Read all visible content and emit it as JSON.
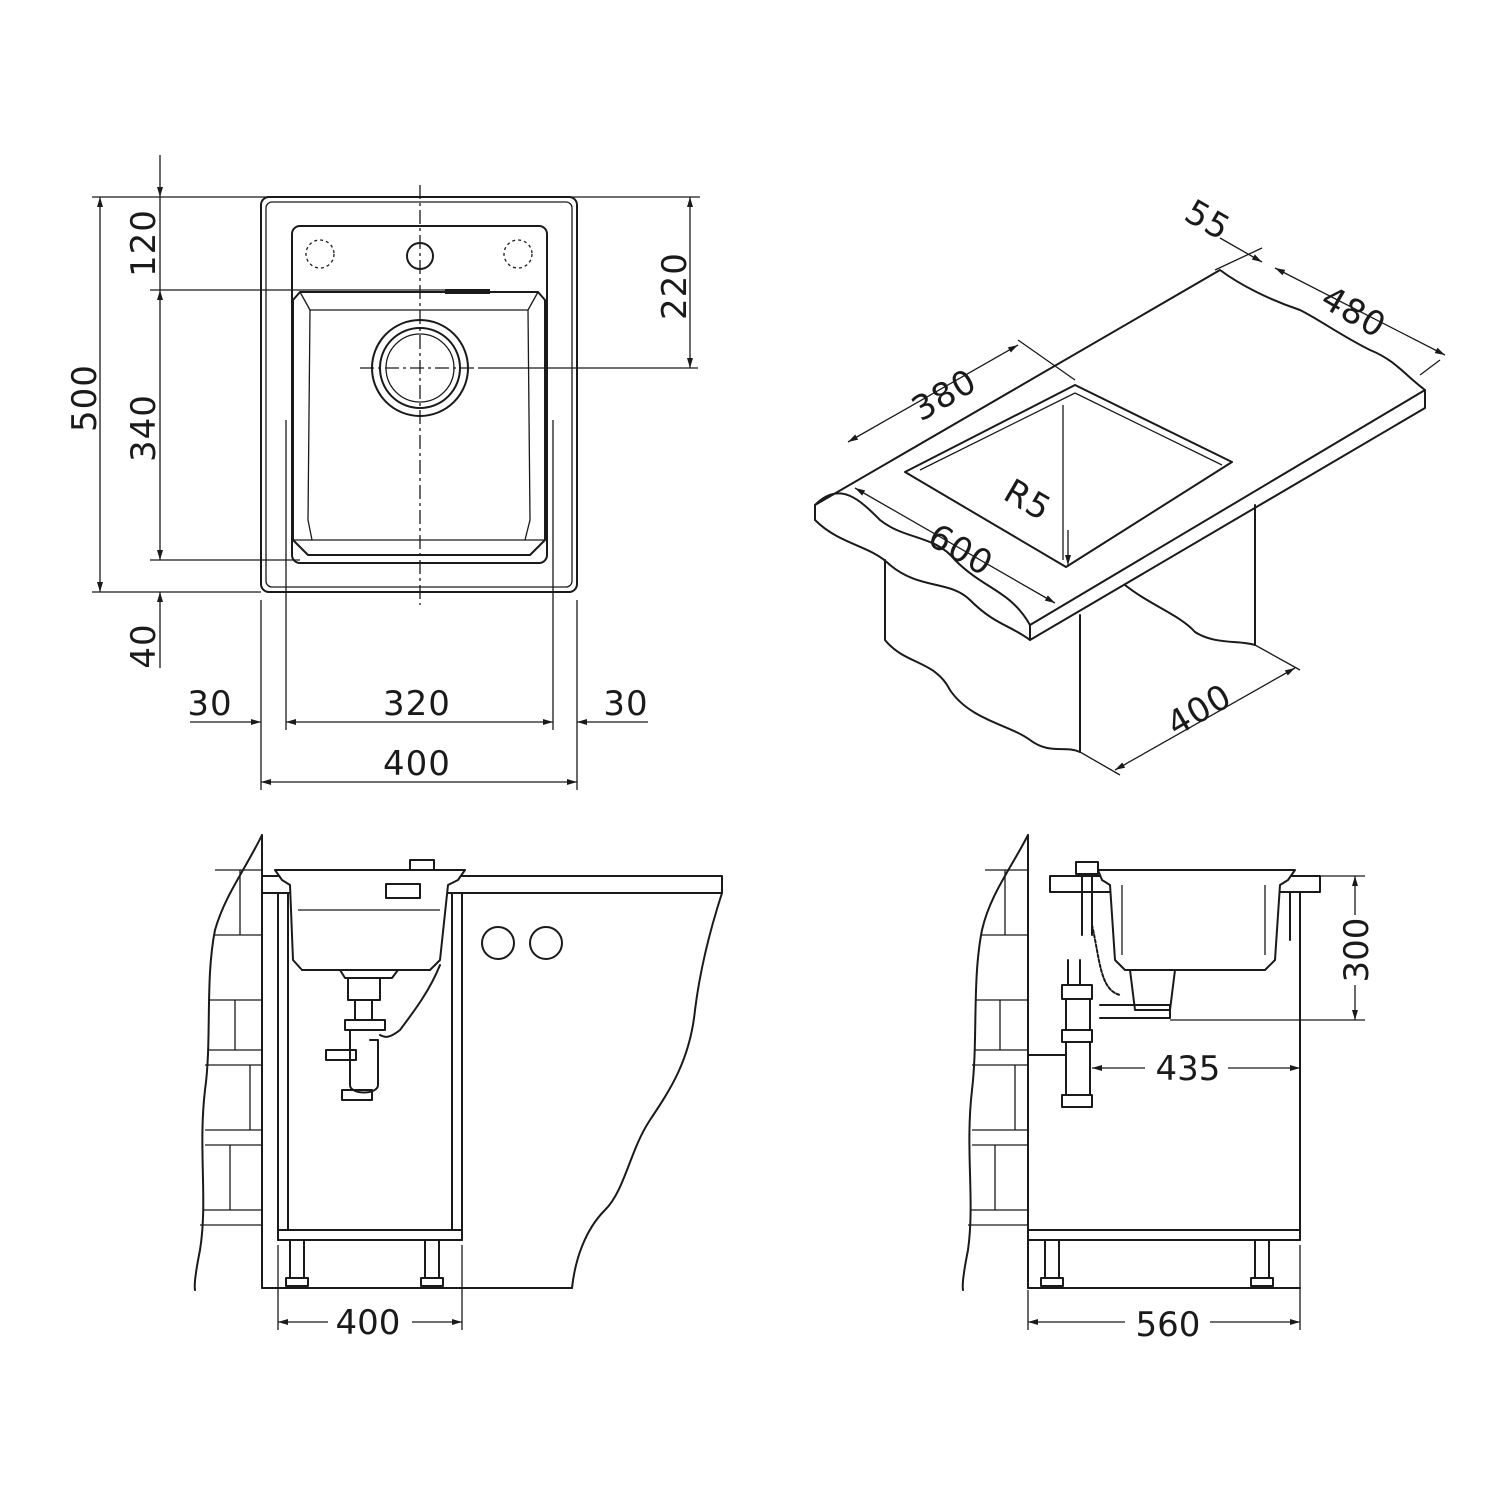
{
  "plan_view": {
    "dim_total_depth": "500",
    "dim_rear": "120",
    "dim_bowl_depth": "340",
    "dim_front": "40",
    "dim_drain_offset": "220",
    "dim_left_margin": "30",
    "dim_bowl_width": "320",
    "dim_right_margin": "30",
    "dim_total_width": "400"
  },
  "isometric_view": {
    "dim_rim": "55",
    "dim_counter_depth": "480",
    "dim_bowl_width": "380",
    "dim_radius": "R5",
    "dim_counter_width": "600",
    "dim_cabinet_width": "400"
  },
  "front_view": {
    "dim_cabinet_width": "400"
  },
  "side_view": {
    "dim_height": "300",
    "dim_drain_distance": "435",
    "dim_cabinet_depth": "560"
  },
  "colors": {
    "line": "#1a1a1a",
    "background": "#ffffff"
  }
}
